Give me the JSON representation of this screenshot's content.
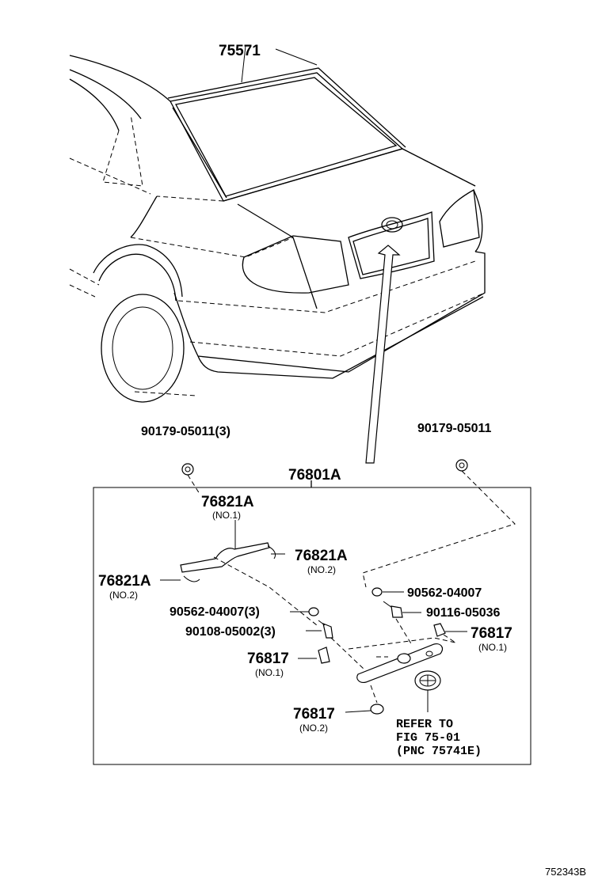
{
  "labels": {
    "moulding": "75571",
    "garnish_assy": "76801A",
    "nut_left": "90179-05011(3)",
    "nut_right": "90179-05011",
    "garnish_no1": "76821A",
    "garnish_no1_sub": "(NO.1)",
    "garnish_no2_right": "76821A",
    "garnish_no2_right_sub": "(NO.2)",
    "garnish_no2_left": "76821A",
    "garnish_no2_left_sub": "(NO.2)",
    "washer_right": "90562-04007",
    "washer_left": "90562-04007(3)",
    "bolt_right": "90116-05036",
    "bolt_left": "90108-05002(3)",
    "clip_right": "76817",
    "clip_right_sub": "(NO.1)",
    "clip_left": "76817",
    "clip_left_sub": "(NO.1)",
    "clip_bottom": "76817",
    "clip_bottom_sub": "(NO.2)",
    "refer_line1": "REFER TO",
    "refer_line2": "FIG 75-01",
    "refer_line3": "(PNC 75741E)",
    "diagram_code": "752343B"
  }
}
